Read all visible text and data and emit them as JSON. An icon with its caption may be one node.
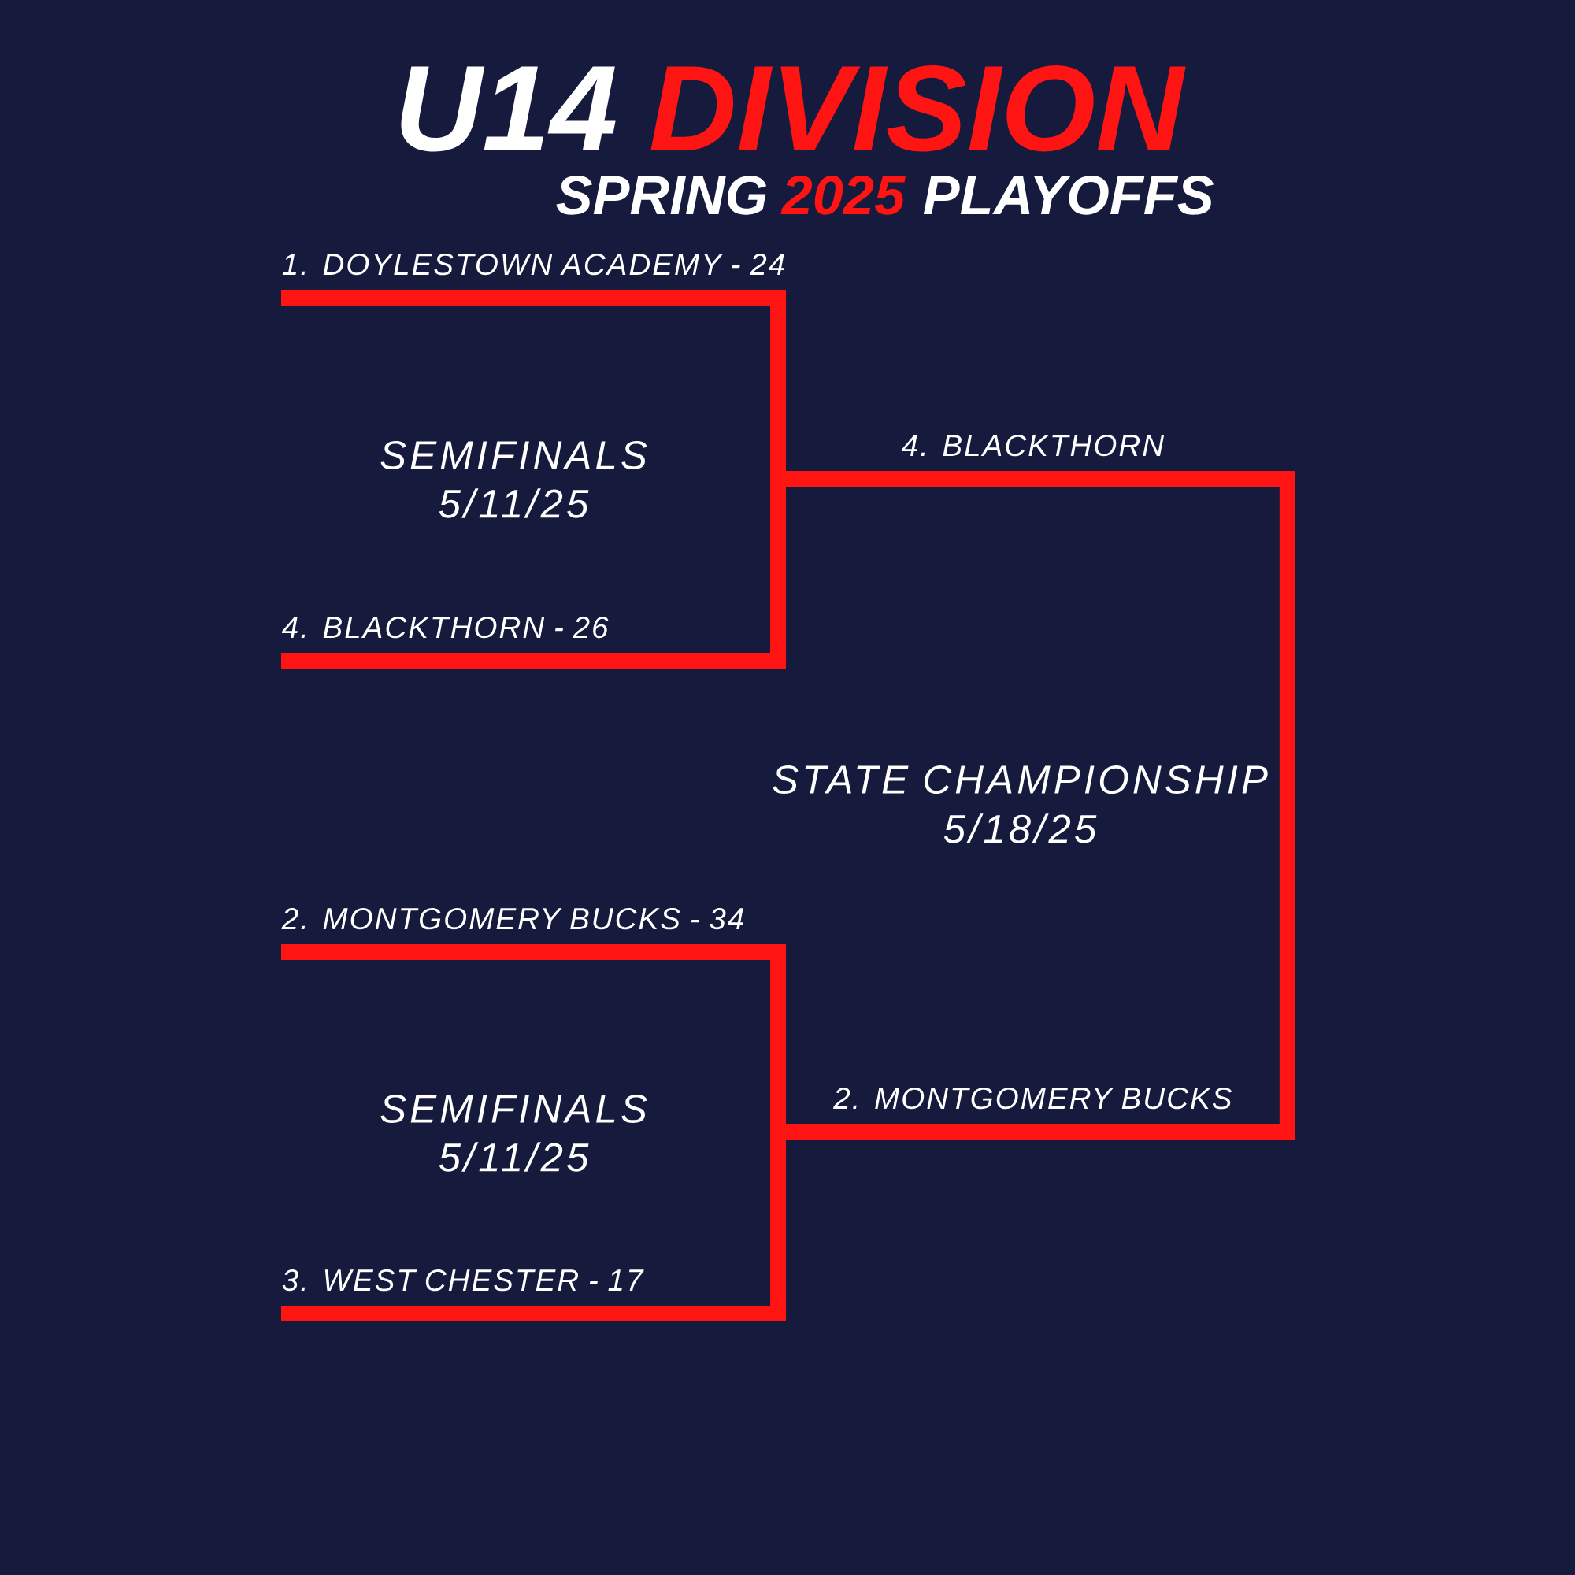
{
  "diagram": {
    "nodes": [
      {
        "text": [
          "1. DOYLESTOWN ACADEMY - 24"
        ]
      },
      {
        "text": [
          "4. BLACKTHORN - 26"
        ]
      },
      {
        "text": [
          "4. BLACKTHORN"
        ]
      },
      {
        "text": [
          "2. MONTGOMERY BUCKS - 34"
        ]
      },
      {
        "text": [
          "3. WEST CHESTER - 17"
        ]
      },
      {
        "text": [
          "2. MONTGOMERY BUCKS"
        ]
      }
    ],
    "edges": [
      {
        "from": 0,
        "to": 2,
        "arrow": "none"
      },
      {
        "from": 1,
        "to": 2,
        "arrow": "none"
      },
      {
        "from": 3,
        "to": 5,
        "arrow": "none"
      },
      {
        "from": 4,
        "to": 5,
        "arrow": "none"
      },
      {
        "from": 2,
        "to": 5,
        "arrow": "none"
      }
    ],
    "labels": [
      "U14",
      "DIVISION",
      "SPRING",
      "2025",
      "PLAYOFFS",
      "SEMIFINALS",
      "5/11/25",
      "STATE CHAMPIONSHIP",
      "5/18/25",
      "SEMIFINALS",
      "5/11/25"
    ]
  }
}
